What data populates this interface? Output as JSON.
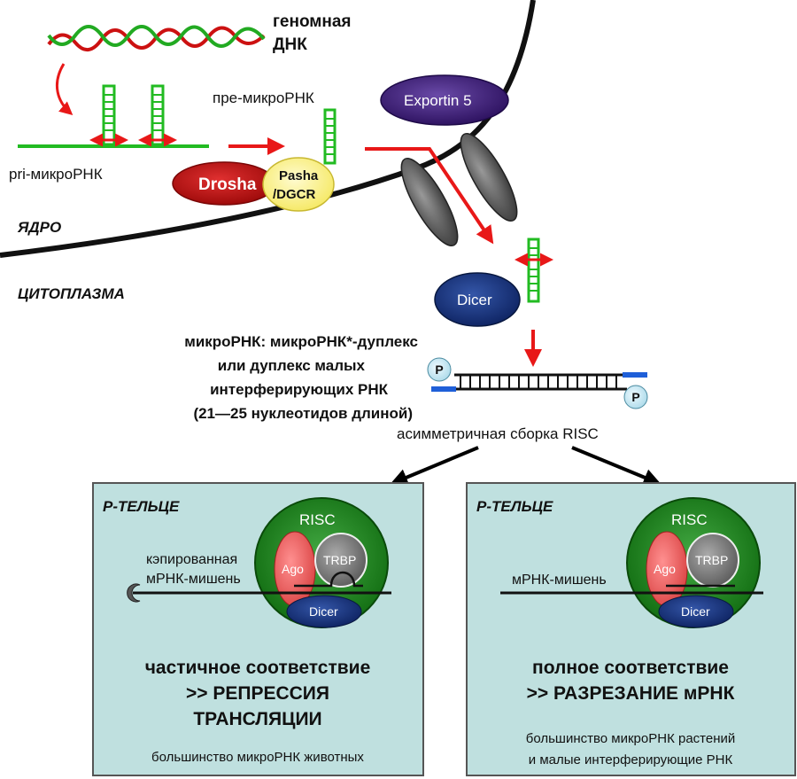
{
  "labels": {
    "genomic_dna": [
      "геномная",
      "ДНК"
    ],
    "pri_mirna": "pri-микроРНК",
    "pre_mirna": "пре-микроРНК",
    "nucleus": "ЯДРО",
    "cytoplasm": "ЦИТОПЛАЗМА",
    "drosha": "Drosha",
    "pasha": [
      "Pasha",
      "/DGCR"
    ],
    "exportin": "Exportin 5",
    "dicer": "Dicer",
    "duplex_text": [
      "микроРНК: микроРНК*-дуплекс",
      "или дуплекс малых",
      "интерферирующих РНК",
      "(21—25 нуклеотидов длиной)"
    ],
    "phosphate": "P",
    "risc_assembly": "асимметричная сборка RISC"
  },
  "left_panel": {
    "title": "Р-ТЕЛЬЦЕ",
    "risc": "RISC",
    "ago": "Ago",
    "trbp": "TRBP",
    "dicer": "Dicer",
    "target_label": [
      "кэпированная",
      "мРНК-мишень"
    ],
    "outcome": [
      "частичное соответствие",
      ">> РЕПРЕССИЯ",
      "ТРАНСЛЯЦИИ"
    ],
    "note": [
      "большинство микроРНК животных"
    ]
  },
  "right_panel": {
    "title": "Р-ТЕЛЬЦЕ",
    "risc": "RISC",
    "ago": "Ago",
    "trbp": "TRBP",
    "dicer": "Dicer",
    "target_label": [
      "мРНК-мишень"
    ],
    "outcome": [
      "полное соответствие",
      ">> РАЗРЕЗАНИЕ мРНК"
    ],
    "note": [
      "большинство микроРНК растений",
      "и малые интерферирующие РНК"
    ]
  },
  "colors": {
    "panel_fill": "#bfe0df",
    "risc_green": "#1f8a1f",
    "drosha_red": "#c01010",
    "pasha_yellow": "#fff59a",
    "exportin_purple": "#3a1a70",
    "dicer_navy": "#142e70",
    "arrow_red": "#e81818",
    "rna_green": "#22bb22"
  }
}
